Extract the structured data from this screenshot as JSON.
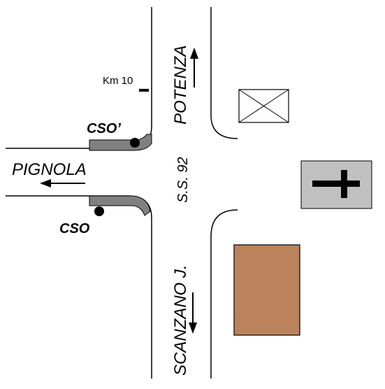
{
  "labels": {
    "potenza": "POTENZA",
    "scanzano": "SCANZANO J.",
    "pignola": "PIGNOLA",
    "highway": "S.S. 92",
    "km_marker": "Km 10",
    "cso": "CSO",
    "cso_prime": "CSO’"
  },
  "colors": {
    "line": "#000000",
    "background": "#ffffff",
    "cso_bar": "#808080",
    "building_brown": "#bc825c",
    "sign_background": "#c0c0c0",
    "crossed_box_fill": "#ffffff"
  },
  "icons": {
    "church_sign": "cross-icon",
    "crossed_box": "crossed-square-icon",
    "arrow_up": "arrow-up-icon",
    "arrow_down": "arrow-down-icon",
    "arrow_left": "arrow-left-icon"
  }
}
